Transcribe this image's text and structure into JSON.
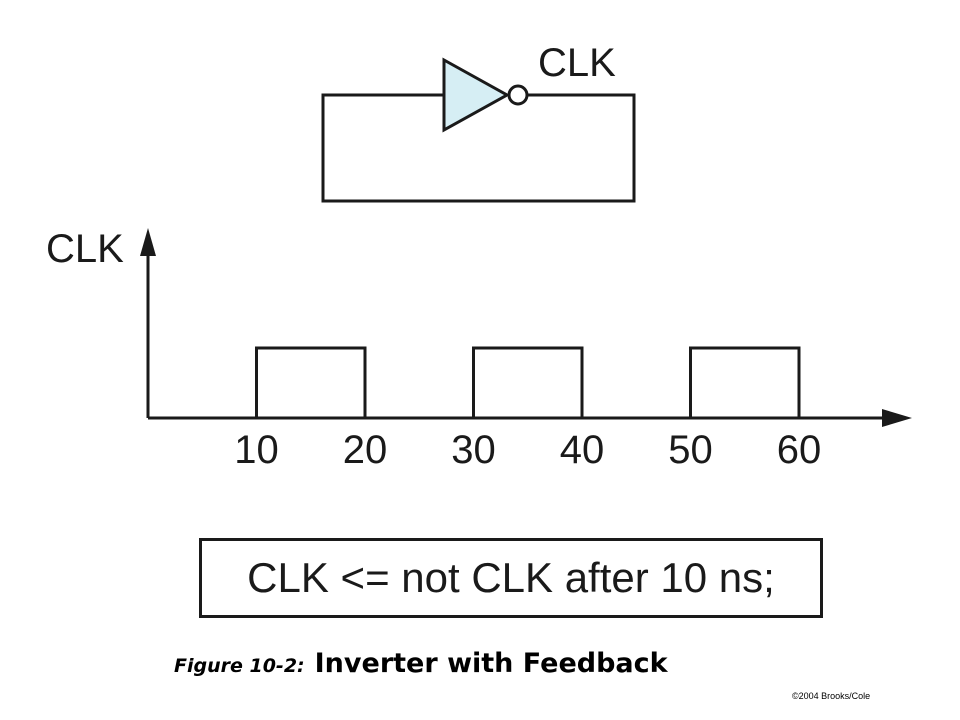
{
  "circuit": {
    "output_label": "CLK",
    "gate_fill": "#d6eef4"
  },
  "timing": {
    "signal_label": "CLK",
    "edges": [
      10,
      20,
      30,
      40,
      50,
      60
    ],
    "tick_labels": [
      "10",
      "20",
      "30",
      "40",
      "50",
      "60"
    ],
    "high_intervals": [
      [
        10,
        20
      ],
      [
        30,
        40
      ],
      [
        50,
        60
      ]
    ]
  },
  "code_statement": "CLK <= not CLK after 10 ns;",
  "caption": {
    "figure_label": "Figure 10-2:",
    "title": "Inverter with Feedback"
  },
  "copyright": "©2004 Brooks/Cole"
}
